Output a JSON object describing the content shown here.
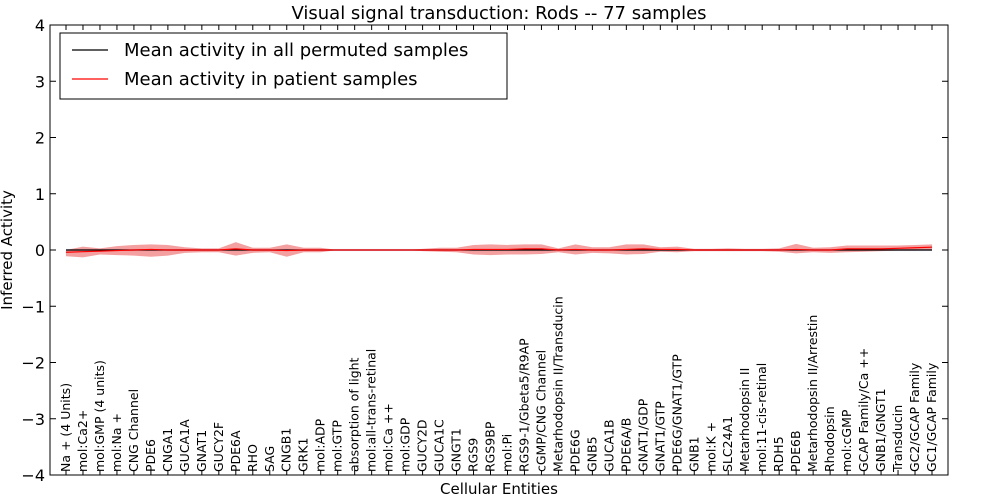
{
  "chart_data": {
    "type": "line",
    "title": "Visual signal transduction: Rods -- 77 samples",
    "xlabel": "Cellular Entities",
    "ylabel": "Inferred Activity",
    "ylim": [
      -4,
      4
    ],
    "yticks": [
      -4,
      -3,
      -2,
      -1,
      0,
      1,
      2,
      3,
      4
    ],
    "legend_position": "top-left",
    "categories": [
      "Na + (4 Units)",
      "mol:Ca2+",
      "mol:GMP (4 units)",
      "mol:Na +",
      "CNG Channel",
      "PDE6",
      "CNGA1",
      "GUCA1A",
      "GNAT1",
      "GUCY2F",
      "PDE6A",
      "RHO",
      "SAG",
      "CNGB1",
      "GRK1",
      "mol:ADP",
      "mol:GTP",
      "absorption of light",
      "mol:all-trans-retinal",
      "mol:Ca ++",
      "mol:GDP",
      "GUCY2D",
      "GUCA1C",
      "GNGT1",
      "RGS9",
      "RGS9BP",
      "mol:Pi",
      "RGS9-1/Gbeta5/R9AP",
      "cGMP/CNG Channel",
      "Metarhodopsin II/Transducin",
      "PDE6G",
      "GNB5",
      "GUCA1B",
      "PDE6A/B",
      "GNAT1/GDP",
      "GNAT1/GTP",
      "PDE6G/GNAT1/GTP",
      "GNB1",
      "mol:K +",
      "SLC24A1",
      "Metarhodopsin II",
      "mol:11-cis-retinal",
      "RDH5",
      "PDE6B",
      "Metarhodopsin II/Arrestin",
      "Rhodopsin",
      "mol:cGMP",
      "GCAP Family/Ca ++",
      "GNB1/GNGT1",
      "Transducin",
      "GC2/GCAP Family",
      "GC1/GCAP Family"
    ],
    "series": [
      {
        "name": "Mean activity in all permuted samples",
        "color": "#000000",
        "values": [
          0,
          0,
          0,
          0,
          0,
          0,
          0,
          0,
          0,
          0,
          0,
          0,
          0,
          0,
          0,
          0,
          0,
          0,
          0,
          0,
          0,
          0,
          0,
          0,
          0,
          0,
          0,
          0,
          0,
          0,
          0,
          0,
          0,
          0,
          0,
          0,
          0,
          0,
          0,
          0,
          0,
          0,
          0,
          0,
          0,
          0,
          0,
          0,
          0,
          0,
          0,
          0
        ]
      },
      {
        "name": "Mean activity in patient samples",
        "color": "#ff0000",
        "values": [
          -0.04,
          -0.03,
          -0.02,
          -0.01,
          0.0,
          0.01,
          0.0,
          0.0,
          0.0,
          0.0,
          0.02,
          0.0,
          0.0,
          -0.01,
          0.0,
          0.0,
          0.0,
          0.0,
          0.0,
          0.0,
          0.0,
          0.0,
          0.0,
          0.0,
          0.01,
          0.01,
          0.01,
          0.02,
          0.02,
          0.0,
          0.01,
          0.0,
          0.0,
          0.01,
          0.02,
          0.01,
          0.01,
          0.0,
          0.0,
          0.0,
          0.0,
          0.0,
          0.0,
          0.01,
          0.0,
          0.0,
          0.02,
          0.02,
          0.02,
          0.03,
          0.04,
          0.05
        ],
        "upper": [
          0.0,
          0.06,
          0.03,
          0.07,
          0.09,
          0.1,
          0.09,
          0.05,
          0.03,
          0.03,
          0.14,
          0.04,
          0.04,
          0.1,
          0.04,
          0.04,
          0.0,
          0.0,
          0.0,
          0.0,
          0.0,
          0.02,
          0.04,
          0.04,
          0.09,
          0.1,
          0.09,
          0.1,
          0.1,
          0.03,
          0.1,
          0.05,
          0.05,
          0.1,
          0.1,
          0.05,
          0.06,
          0.02,
          0.02,
          0.03,
          0.02,
          0.02,
          0.03,
          0.11,
          0.04,
          0.05,
          0.08,
          0.08,
          0.08,
          0.08,
          0.09,
          0.1
        ],
        "lower": [
          -0.11,
          -0.13,
          -0.08,
          -0.09,
          -0.1,
          -0.12,
          -0.1,
          -0.05,
          -0.04,
          -0.04,
          -0.1,
          -0.05,
          -0.04,
          -0.12,
          -0.04,
          -0.04,
          0.0,
          0.0,
          0.0,
          0.0,
          0.0,
          -0.02,
          -0.03,
          -0.04,
          -0.08,
          -0.09,
          -0.08,
          -0.08,
          -0.07,
          -0.04,
          -0.08,
          -0.05,
          -0.06,
          -0.08,
          -0.07,
          -0.03,
          -0.04,
          -0.02,
          -0.02,
          -0.02,
          -0.02,
          -0.02,
          -0.03,
          -0.06,
          -0.04,
          -0.05,
          -0.04,
          -0.03,
          -0.02,
          -0.01,
          -0.01,
          0.0
        ]
      }
    ]
  }
}
